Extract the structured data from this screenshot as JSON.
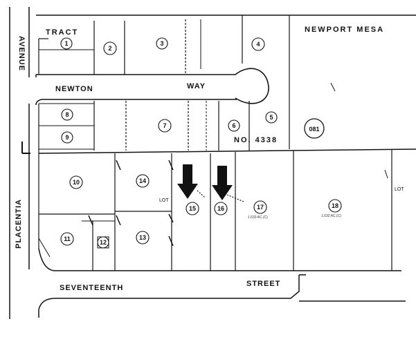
{
  "labels": {
    "tract": "TRACT",
    "newport_mesa": "NEWPORT   MESA",
    "avenue": "AVENUE",
    "newton": "NEWTON",
    "way": "WAY",
    "tract_no": "NO.  4338",
    "map_number": "081",
    "placentia": "PLACENTIA",
    "seventeenth": "SEVENTEENTH",
    "street": "STREET",
    "lot_left": "LOT",
    "lot_right": "LOT",
    "acre_17": "1.633 AC.(C)",
    "acre_18": "1.632 AC.(C)"
  },
  "lots": [
    {
      "id": "1",
      "label": "1"
    },
    {
      "id": "2",
      "label": "2"
    },
    {
      "id": "3",
      "label": "3"
    },
    {
      "id": "4",
      "label": "4"
    },
    {
      "id": "5",
      "label": "5"
    },
    {
      "id": "6",
      "label": "6"
    },
    {
      "id": "7",
      "label": "7"
    },
    {
      "id": "8",
      "label": "8"
    },
    {
      "id": "9",
      "label": "9"
    },
    {
      "id": "10",
      "label": "10"
    },
    {
      "id": "11",
      "label": "11"
    },
    {
      "id": "12",
      "label": "12"
    },
    {
      "id": "13",
      "label": "13"
    },
    {
      "id": "14",
      "label": "14"
    },
    {
      "id": "15",
      "label": "15"
    },
    {
      "id": "16",
      "label": "16"
    },
    {
      "id": "17",
      "label": "17"
    },
    {
      "id": "18",
      "label": "18"
    }
  ],
  "colors": {
    "ink": "#111111",
    "paper": "#ffffff"
  }
}
